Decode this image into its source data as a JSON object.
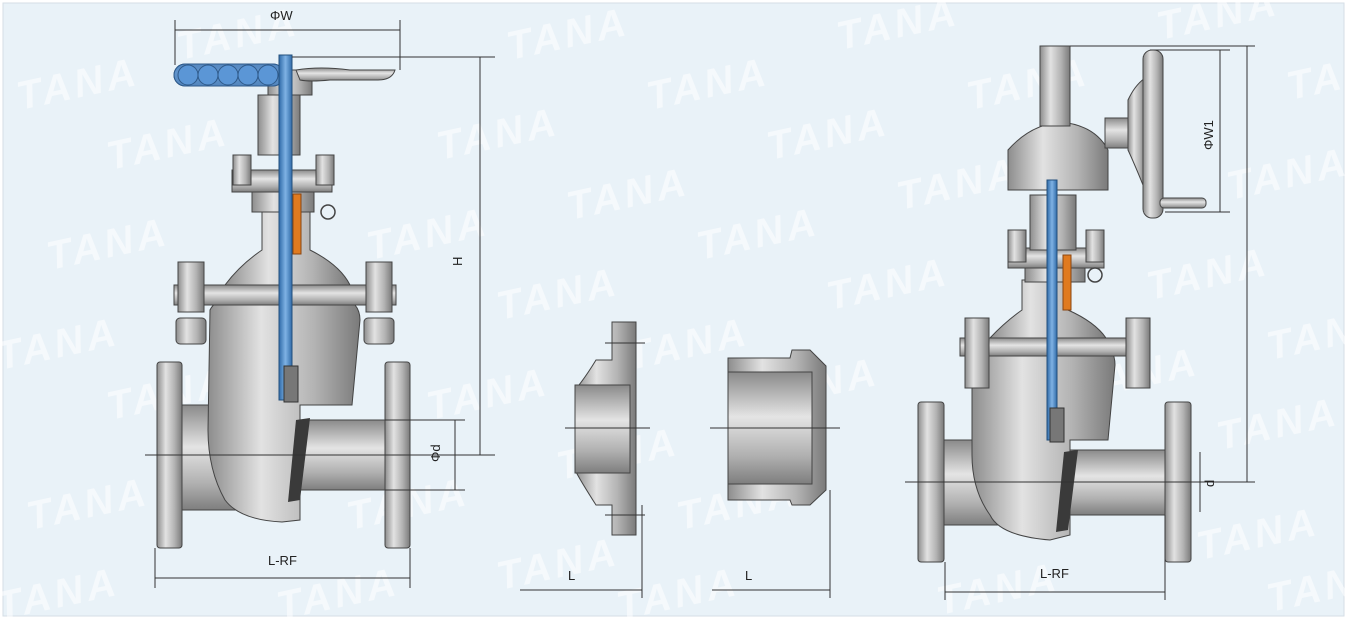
{
  "watermark": {
    "text": "TANA"
  },
  "labels": {
    "w_dia": "ΦW",
    "h": "H",
    "d_dia": "Φd",
    "l_rf_left": "L-RF",
    "l_center_left": "L",
    "l_center_right": "L",
    "w1_dia": "ΦW1",
    "d": "d",
    "l_rf_right": "L-RF"
  },
  "colors": {
    "background": "#e9f2f8",
    "body_grey": "#b9b9b9",
    "stem_blue": "#4a86c8",
    "handwheel_blue": "#4a86c8",
    "packing_orange": "#e07a1f"
  }
}
